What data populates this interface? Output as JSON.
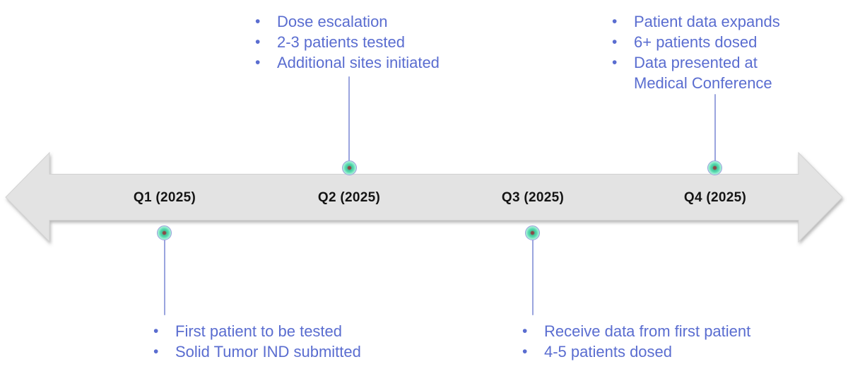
{
  "diagram": {
    "type": "timeline",
    "year": "2025",
    "quarters": [
      {
        "label": "Q1 (2025)"
      },
      {
        "label": "Q2 (2025)"
      },
      {
        "label": "Q3 (2025)"
      },
      {
        "label": "Q4 (2025)"
      }
    ],
    "milestones": {
      "q1": {
        "placement": "below",
        "items": [
          "First patient to be tested",
          "Solid Tumor IND submitted"
        ]
      },
      "q2": {
        "placement": "above",
        "items": [
          "Dose escalation",
          "2-3 patients tested",
          "Additional sites initiated"
        ]
      },
      "q3": {
        "placement": "below",
        "items": [
          "Receive data from first patient",
          "4-5 patients dosed"
        ]
      },
      "q4": {
        "placement": "above",
        "items": [
          "Patient data expands",
          "6+ patients dosed",
          "Data presented at Medical Conference"
        ]
      }
    },
    "colors": {
      "arrow_fill": "#e3e3e3",
      "arrow_edge": "#d2d2d2",
      "annotation_text": "#5a6dd0",
      "quarter_label": "#141414",
      "connector": "#9aa4de",
      "marker_ring": "#9aa0dc",
      "marker_fill": "#52d6ab",
      "marker_center": "#8c4848"
    }
  }
}
